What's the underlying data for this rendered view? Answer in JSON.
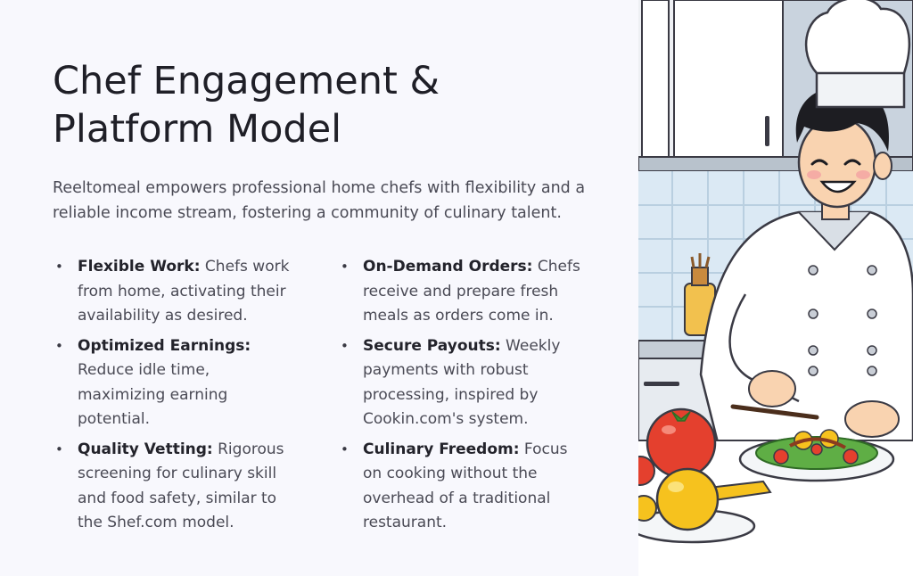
{
  "slide": {
    "title_line1": "Chef Engagement &",
    "title_line2": "Platform Model",
    "intro": "Reeltomeal empowers professional home chefs with flexibility and a reliable income stream, fostering a community of culinary talent."
  },
  "bullets_left": [
    {
      "heading": "Flexible Work:",
      "text": " Chefs work from home, activating their availability as desired."
    },
    {
      "heading": "Optimized Earnings:",
      "text": " Reduce idle time, maximizing earning potential."
    },
    {
      "heading": "Quality Vetting:",
      "text": " Rigorous screening for culinary skill and food safety, similar to the Shef.com model."
    }
  ],
  "bullets_right": [
    {
      "heading": "On-Demand Orders:",
      "text": " Chefs receive and prepare fresh meals as orders come in."
    },
    {
      "heading": "Secure Payouts:",
      "text": " Weekly payments with robust processing, inspired by Cookin.com's system."
    },
    {
      "heading": "Culinary Freedom:",
      "text": " Focus on cooking without the overhead of a traditional restaurant."
    }
  ],
  "illustration": {
    "icon": "chef-cooking-illustration",
    "colors": {
      "tile": "#dbe9f4",
      "coat": "#ffffff",
      "hair": "#1d1d22",
      "skin": "#f9d3b0",
      "tomato": "#e4402e",
      "lemon": "#f6c21e"
    }
  }
}
